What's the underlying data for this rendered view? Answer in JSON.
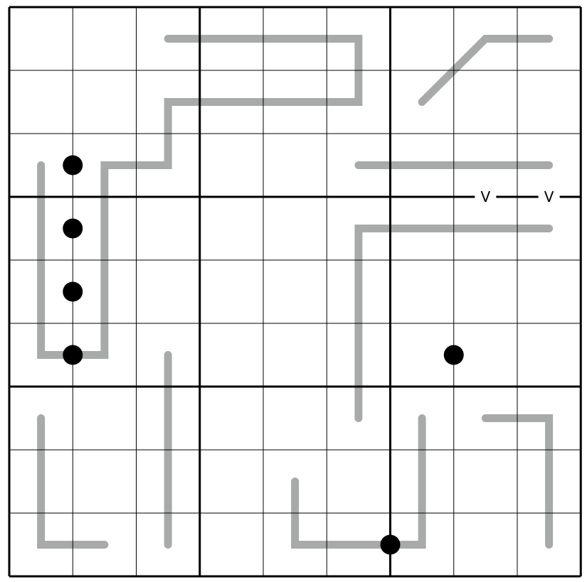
{
  "puzzle": {
    "size": 9,
    "box": 3,
    "line_color": "#a7aaa9",
    "grid_color": "#000000",
    "dot_color": "#000000",
    "lines": [
      [
        [
          0,
          2
        ],
        [
          0,
          5
        ],
        [
          1,
          5
        ],
        [
          1,
          2
        ],
        [
          2,
          2
        ],
        [
          2,
          1
        ],
        [
          5,
          1
        ],
        [
          5,
          0
        ],
        [
          2,
          0
        ]
      ],
      [
        [
          1,
          6
        ],
        [
          0,
          7
        ],
        [
          0,
          8
        ]
      ],
      [
        [
          2,
          5
        ],
        [
          2,
          8
        ]
      ],
      [
        [
          3,
          8
        ],
        [
          3,
          5
        ],
        [
          6,
          5
        ]
      ],
      [
        [
          6,
          0
        ],
        [
          8,
          0
        ],
        [
          8,
          1
        ]
      ],
      [
        [
          5,
          2
        ],
        [
          8,
          2
        ]
      ],
      [
        [
          7,
          4
        ],
        [
          8,
          4
        ],
        [
          8,
          6
        ],
        [
          6,
          6
        ]
      ],
      [
        [
          6,
          7
        ],
        [
          6,
          8
        ],
        [
          8,
          8
        ]
      ]
    ],
    "dots": [
      {
        "row": 2,
        "col": 0.5
      },
      {
        "row": 3,
        "col": 0.5
      },
      {
        "row": 4,
        "col": 0.5
      },
      {
        "row": 5,
        "col": 0.5
      },
      {
        "row": 5,
        "col": 6.5
      },
      {
        "row": 8,
        "col": 5.5
      }
    ],
    "edge_labels": [
      {
        "text": "V",
        "row": 2.5,
        "col": 7
      },
      {
        "text": "V",
        "row": 2.5,
        "col": 8
      }
    ]
  }
}
